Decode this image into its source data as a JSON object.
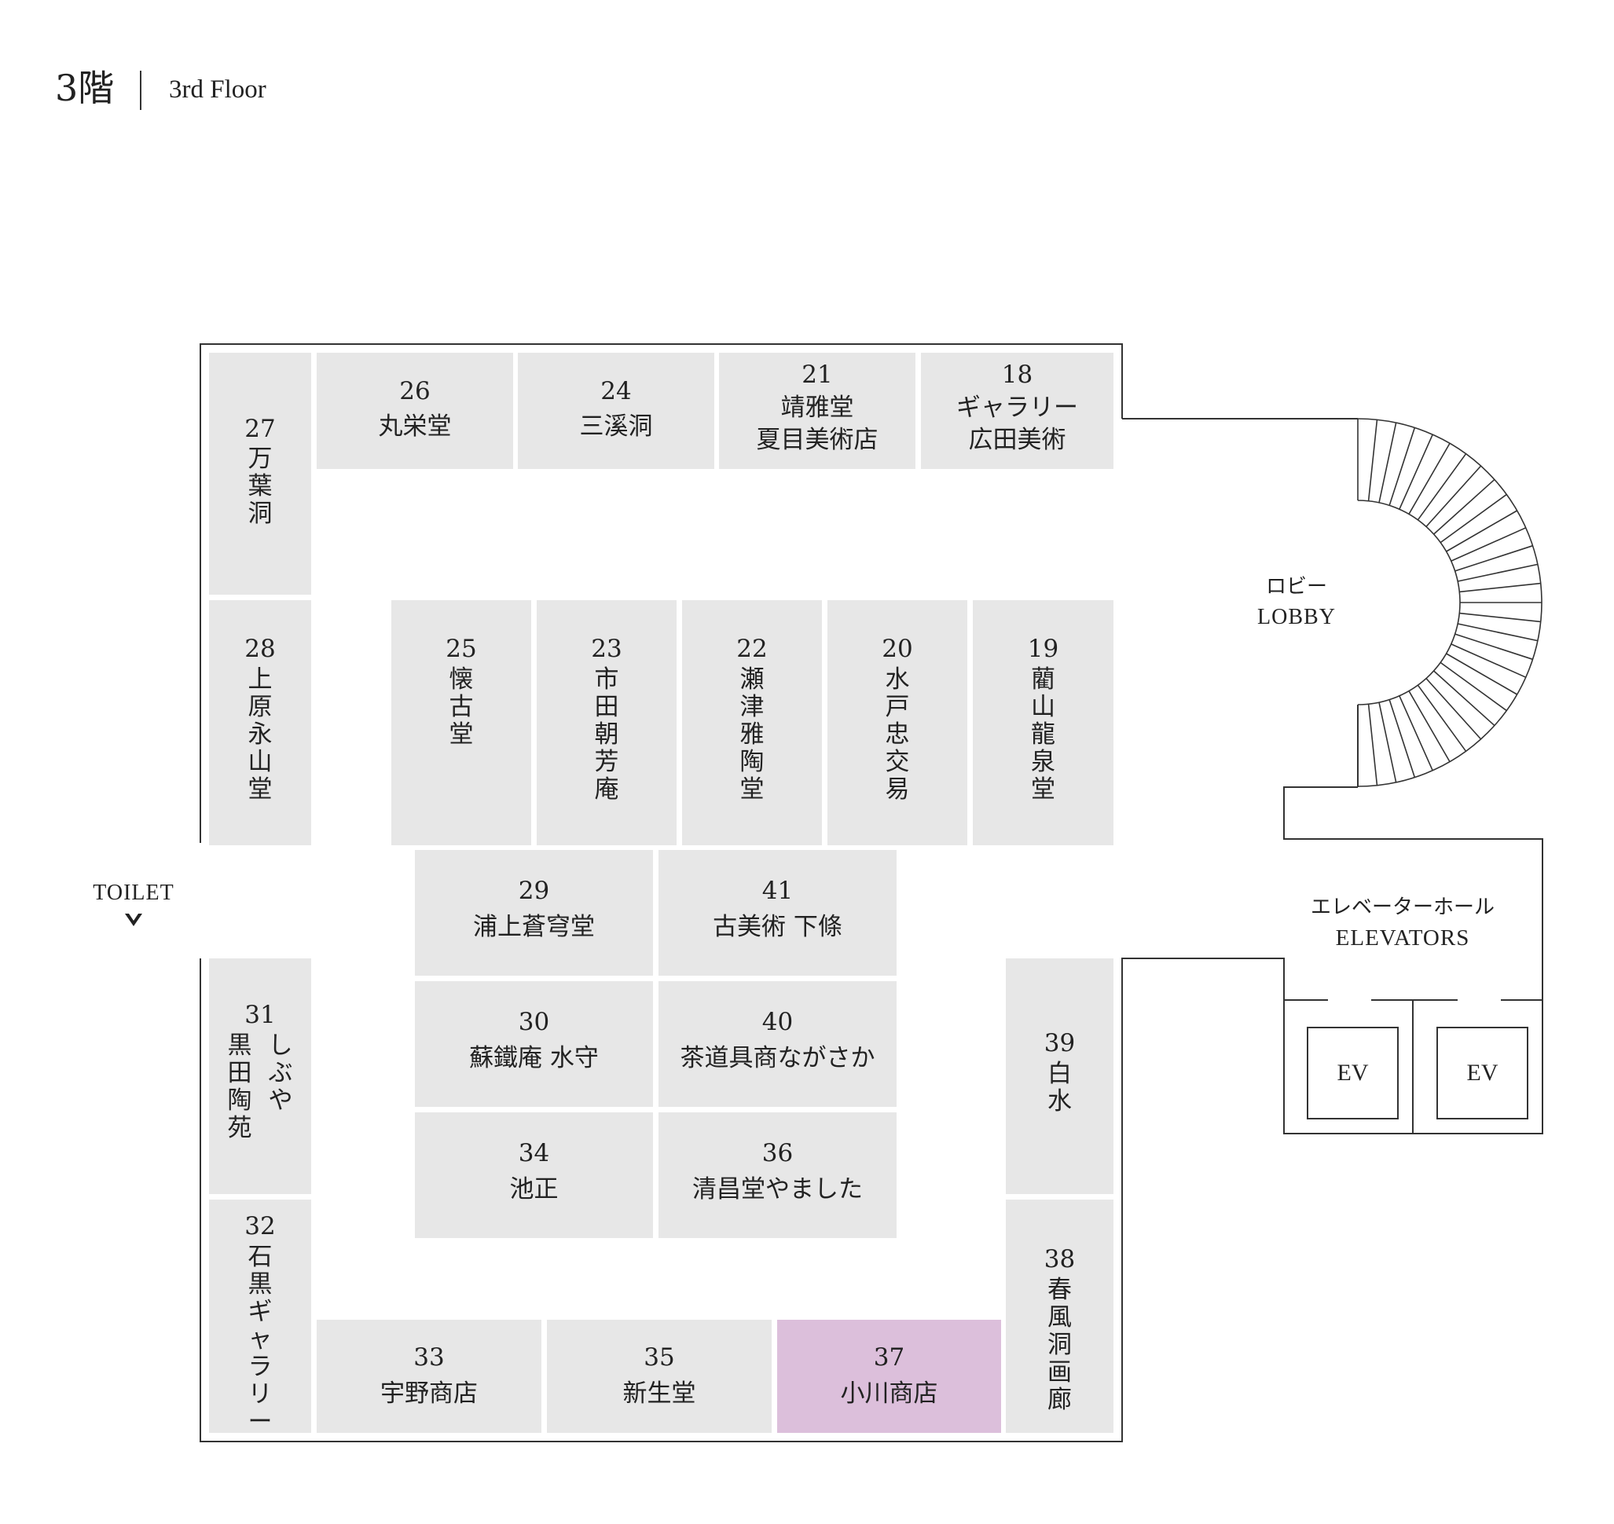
{
  "header": {
    "floor_jp": "3階",
    "floor_en": "3rd Floor"
  },
  "labels": {
    "toilet": "TOILET",
    "lobby_jp": "ロビー",
    "lobby_en": "LOBBY",
    "elevator_hall_jp": "エレベーターホール",
    "elevator_hall_en": "ELEVATORS",
    "ev1": "EV",
    "ev2": "EV"
  },
  "booths": {
    "b18": {
      "number": "18",
      "line1": "ギャラリー",
      "line2": "広田美術"
    },
    "b19": {
      "number": "19",
      "name": "藺山龍泉堂"
    },
    "b20": {
      "number": "20",
      "name": "水戸忠交易"
    },
    "b21": {
      "number": "21",
      "line1": "靖雅堂",
      "line2": "夏目美術店"
    },
    "b22": {
      "number": "22",
      "name": "瀬津雅陶堂"
    },
    "b23": {
      "number": "23",
      "name": "市田朝芳庵"
    },
    "b24": {
      "number": "24",
      "name": "三溪洞"
    },
    "b25": {
      "number": "25",
      "name": "懐古堂"
    },
    "b26": {
      "number": "26",
      "name": "丸栄堂"
    },
    "b27": {
      "number": "27",
      "name": "万葉洞"
    },
    "b28": {
      "number": "28",
      "name": "上原永山堂"
    },
    "b29": {
      "number": "29",
      "name": "浦上蒼穹堂"
    },
    "b30": {
      "number": "30",
      "name": "蘇鐵庵 水守"
    },
    "b31": {
      "number": "31",
      "col1": "しぶや",
      "col2": "黒田陶苑"
    },
    "b32": {
      "number": "32",
      "name": "石黒ギャラリー"
    },
    "b33": {
      "number": "33",
      "name": "宇野商店"
    },
    "b34": {
      "number": "34",
      "name": "池正"
    },
    "b35": {
      "number": "35",
      "name": "新生堂"
    },
    "b36": {
      "number": "36",
      "name": "清昌堂やました"
    },
    "b37": {
      "number": "37",
      "name": "小川商店",
      "highlighted": true
    },
    "b38": {
      "number": "38",
      "name": "春風洞画廊"
    },
    "b39": {
      "number": "39",
      "name": "白水"
    },
    "b40": {
      "number": "40",
      "name": "茶道具商ながさか"
    },
    "b41": {
      "number": "41",
      "name": "古美術 下條"
    }
  },
  "colors": {
    "booth": "#e7e7e7",
    "highlight": "#dcbfdb",
    "line": "#333333"
  }
}
